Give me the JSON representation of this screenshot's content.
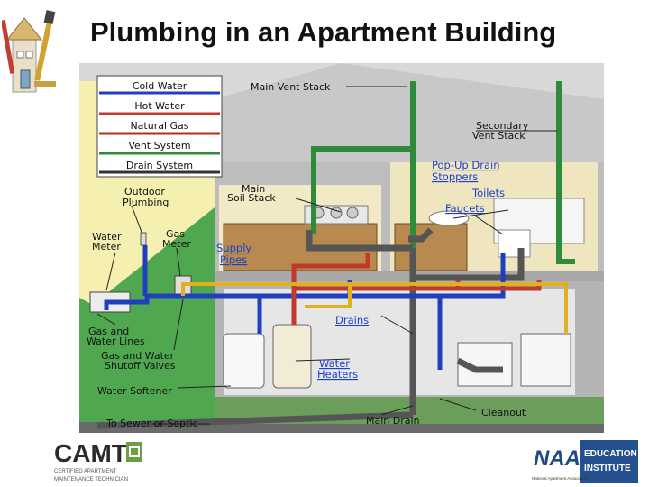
{
  "title": "Plumbing in an Apartment Building",
  "legend": {
    "items": [
      {
        "label": "Cold Water",
        "color": "#1f3fbf"
      },
      {
        "label": "Hot Water",
        "color": "#c0392b"
      },
      {
        "label": "Natural Gas",
        "color": "#b03020"
      },
      {
        "label": "Vent System",
        "color": "#2e8b3a"
      },
      {
        "label": "Drain System",
        "color": "#333333"
      }
    ]
  },
  "labels": {
    "main_vent_stack": "Main Vent Stack",
    "secondary_vent_stack_1": "Secondary",
    "secondary_vent_stack_2": "Vent Stack",
    "pop_up_1": "Pop-Up Drain",
    "pop_up_2": "Stoppers",
    "toilets": "Toilets",
    "faucets": "Faucets",
    "main_soil_1": "Main",
    "main_soil_2": "Soil Stack",
    "outdoor_1": "Outdoor",
    "outdoor_2": "Plumbing",
    "water_meter_1": "Water",
    "water_meter_2": "Meter",
    "gas_meter_1": "Gas",
    "gas_meter_2": "Meter",
    "supply_1": "Supply",
    "supply_2": "Pipes",
    "drains": "Drains",
    "gas_water_lines_1": "Gas and",
    "gas_water_lines_2": "Water Lines",
    "shutoff_1": "Gas and Water",
    "shutoff_2": "Shutoff Valves",
    "water_heaters_1": "Water",
    "water_heaters_2": "Heaters",
    "water_softener": "Water Softener",
    "to_sewer": "To Sewer or Septic",
    "main_drain": "Main Drain",
    "cleanout": "Cleanout"
  },
  "logos": {
    "camt": {
      "text": "CAMT",
      "sub1": "CERTIFIED APARTMENT",
      "sub2": "MAINTENANCE TECHNICIAN"
    },
    "naa": {
      "abbr": "NAA",
      "edu1": "EDUCATION",
      "edu2": "INSTITUTE",
      "sub": "National Apartment Association"
    }
  }
}
